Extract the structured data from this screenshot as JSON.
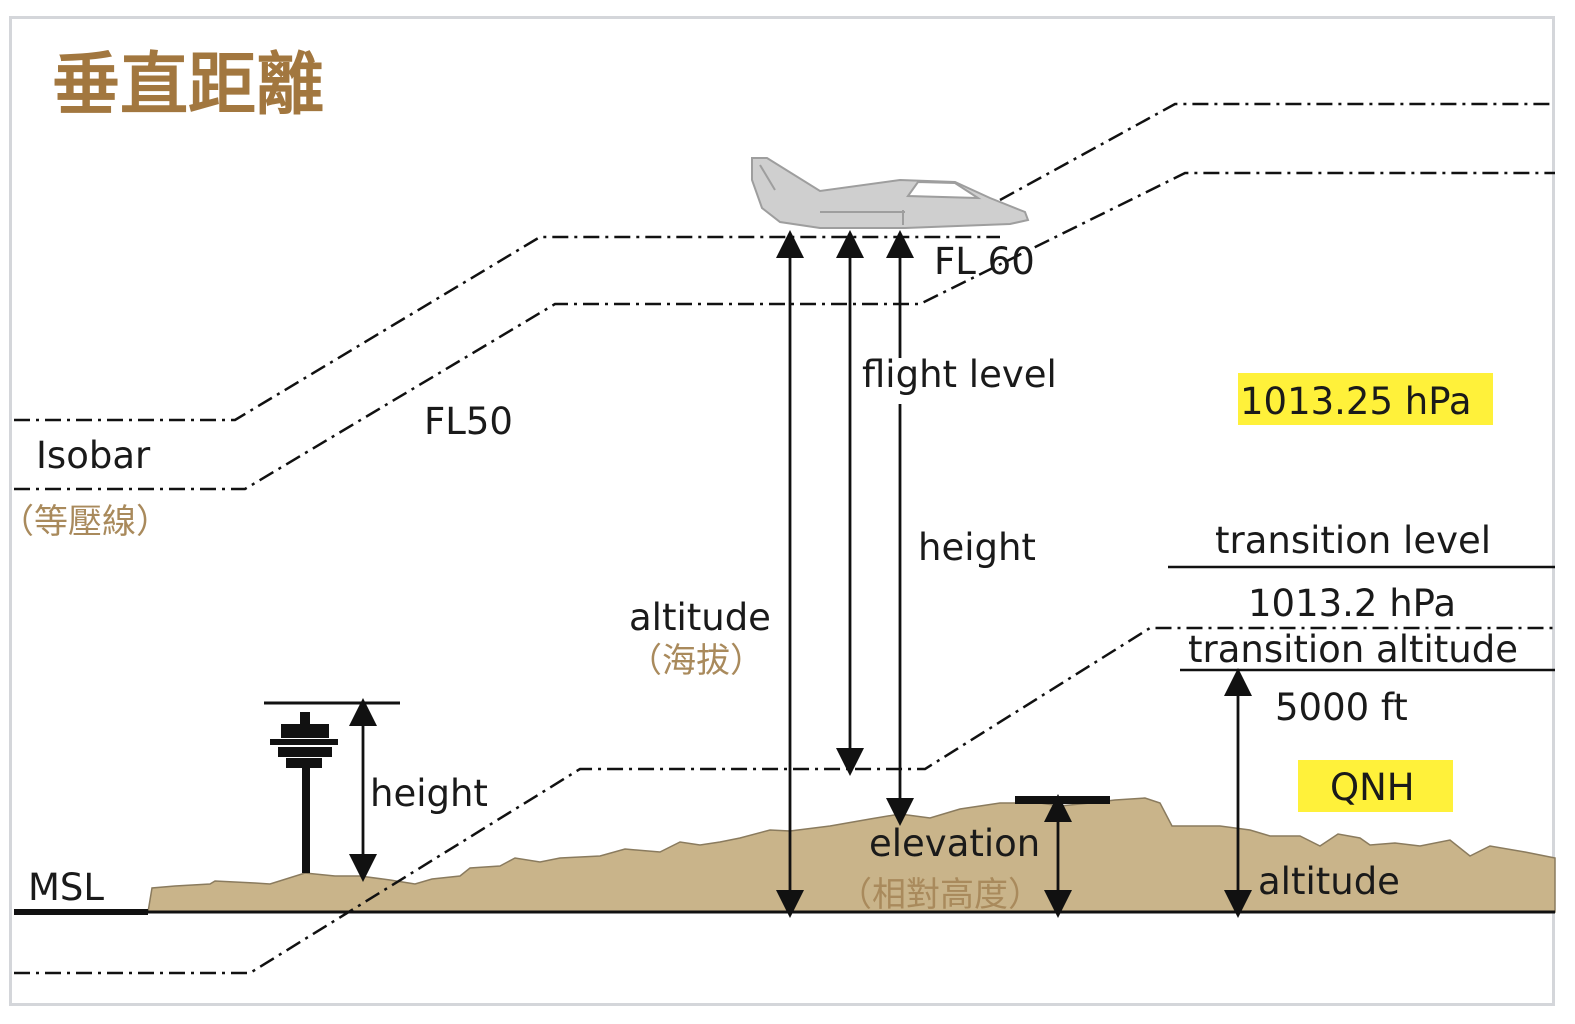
{
  "title": "垂直距離",
  "labels": {
    "isobar": "Isobar",
    "isobar_cn": "（等壓線）",
    "fl50": "FL50",
    "fl60": "FL 60",
    "flight_level": "flight level",
    "height_upper": "height",
    "altitude": "altitude",
    "altitude_cn": "（海拔）",
    "height_tower": "height",
    "msl": "MSL",
    "elevation": "elevation",
    "elevation_cn": "（相對高度）",
    "transition_level": "transition level",
    "pressure_low": "1013.2 hPa",
    "transition_altitude": "transition altitude",
    "ta_value": "5000 ft",
    "qnh": "QNH",
    "altitude_right": "altitude",
    "pressure_std": "1013.25 hPa"
  },
  "colors": {
    "title": "#a2773f",
    "chinese_text": "#a98a5c",
    "terrain": "#c9b48a",
    "highlight": "#fff13a",
    "aircraft": "#cfcfcf"
  }
}
